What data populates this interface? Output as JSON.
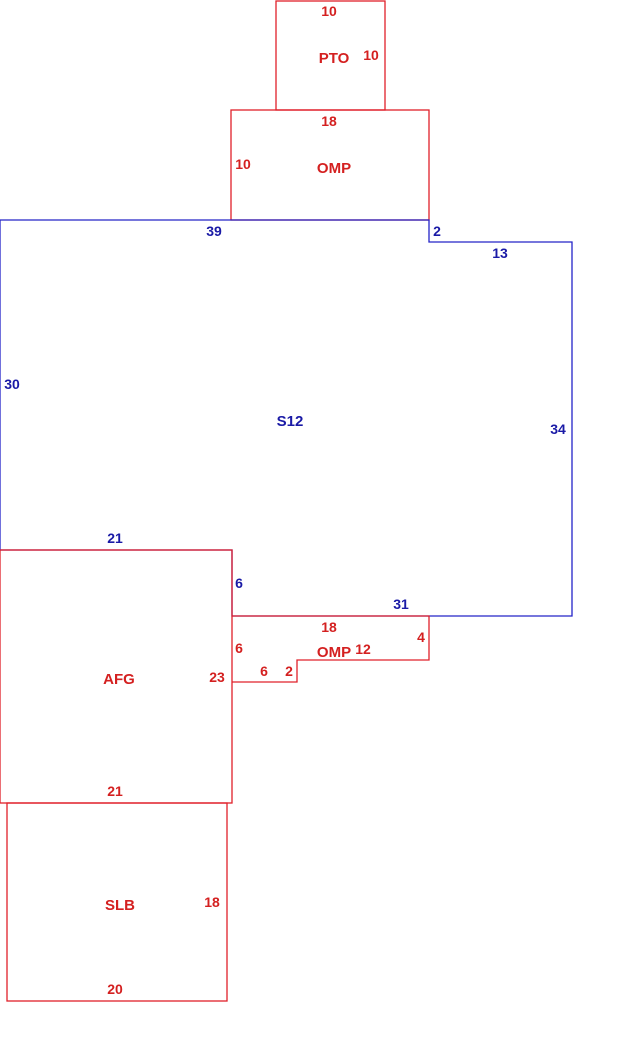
{
  "colors": {
    "red": "#d42020",
    "blue": "#1a1aa6"
  },
  "areas": {
    "pto": {
      "label": "PTO",
      "top": "10",
      "right": "10"
    },
    "omp_top": {
      "label": "OMP",
      "top": "18",
      "left": "10"
    },
    "s12": {
      "label": "S12",
      "top_left": "39",
      "step": "2",
      "top_right": "13",
      "left": "30",
      "right": "34",
      "bottom_left": "21",
      "inner": "6",
      "bottom_right": "31"
    },
    "omp_bottom": {
      "label": "OMP",
      "top": "18",
      "left": "6",
      "right": "4",
      "bottom": "12",
      "step_h": "6",
      "step_v": "2"
    },
    "afg": {
      "label": "AFG",
      "top": "21",
      "right": "23",
      "bottom": "21"
    },
    "slb": {
      "label": "SLB",
      "right": "18",
      "bottom": "20"
    }
  }
}
